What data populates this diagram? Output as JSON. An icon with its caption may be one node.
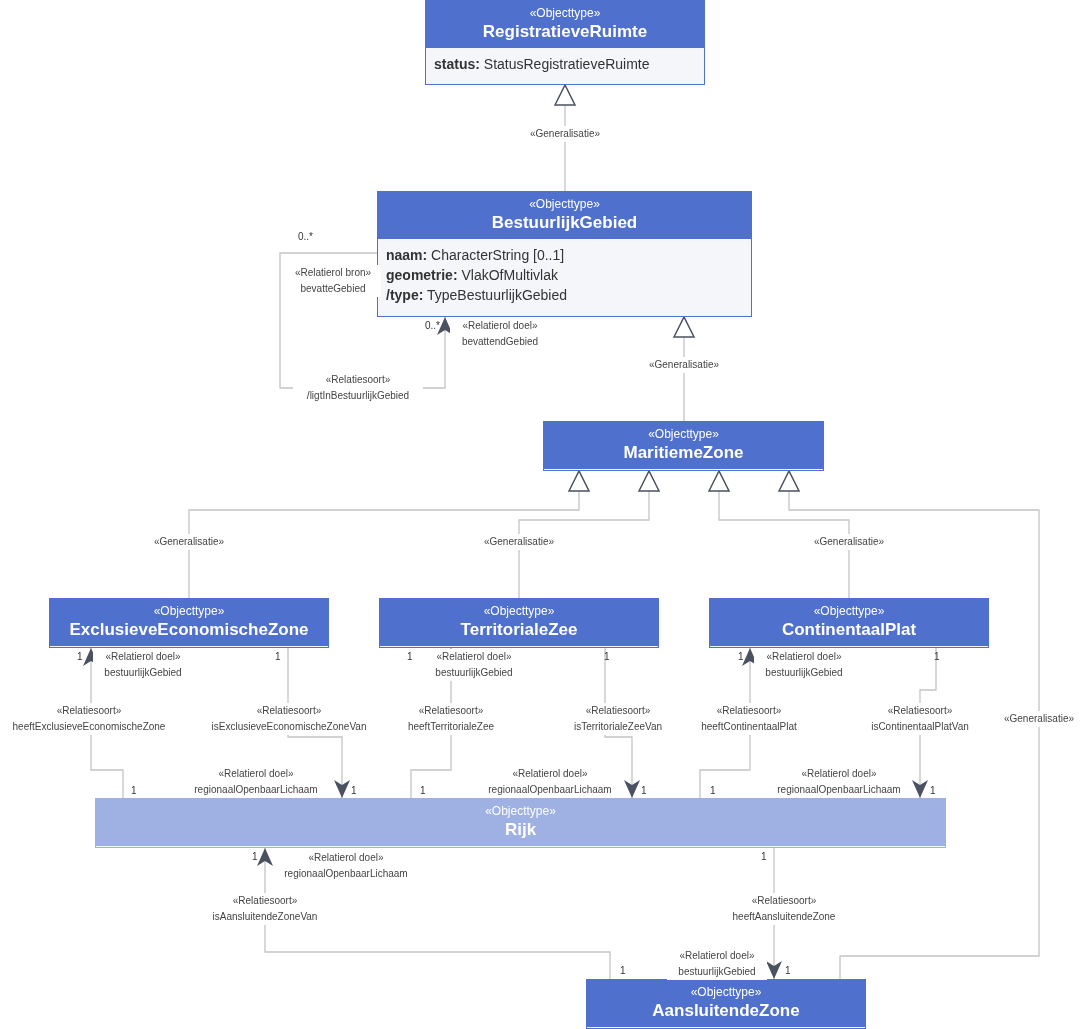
{
  "diagram": {
    "nodes": [
      {
        "text": [
          "«Objecttype»",
          "RegistratieveRuimte",
          "**status:** StatusRegistratieveRuimte"
        ]
      },
      {
        "text": [
          "«Objecttype»",
          "BestuurlijkGebied",
          "**naam:** CharacterString [0..1]",
          "**geometrie:** VlakOfMultivlak",
          "**/type:** TypeBestuurlijkGebied"
        ]
      },
      {
        "text": [
          "«Objecttype»",
          "MaritiemeZone"
        ]
      },
      {
        "text": [
          "«Objecttype»",
          "ExclusieveEconomischeZone"
        ]
      },
      {
        "text": [
          "«Objecttype»",
          "TerritorialeZee"
        ]
      },
      {
        "text": [
          "«Objecttype»",
          "ContinentaalPlat"
        ]
      },
      {
        "text": [
          "«Objecttype»",
          "Rijk"
        ]
      },
      {
        "text": [
          "«Objecttype»",
          "AansluitendeZone"
        ]
      }
    ],
    "edges": [
      {
        "from": 1,
        "to": 0,
        "arrow": "to",
        "label": "«Generalisatie»"
      },
      {
        "from": 2,
        "to": 1,
        "arrow": "to",
        "label": "«Generalisatie»"
      },
      {
        "from": 3,
        "to": 2,
        "arrow": "to",
        "label": "«Generalisatie»"
      },
      {
        "from": 4,
        "to": 2,
        "arrow": "to",
        "label": "«Generalisatie»"
      },
      {
        "from": 5,
        "to": 2,
        "arrow": "to",
        "label": "«Generalisatie»"
      },
      {
        "from": 7,
        "to": 2,
        "arrow": "to",
        "label": "«Generalisatie»"
      },
      {
        "from": 1,
        "to": 1,
        "arrow": "to",
        "label": "«Relatiesoort» /ligtInBestuurlijkGebied"
      },
      {
        "from": 6,
        "to": 3,
        "arrow": "to",
        "label": "«Relatiesoort» heeftExclusieveEconomischeZone"
      },
      {
        "from": 3,
        "to": 6,
        "arrow": "to",
        "label": "«Relatiesoort» isExclusieveEconomischeZoneVan"
      },
      {
        "from": 6,
        "to": 4,
        "arrow": "to",
        "label": "«Relatiesoort» heeftTerritorialeZee"
      },
      {
        "from": 4,
        "to": 6,
        "arrow": "to",
        "label": "«Relatiesoort» isTerritorialeZeeVan"
      },
      {
        "from": 6,
        "to": 5,
        "arrow": "to",
        "label": "«Relatiesoort» heeftContinentaalPlat"
      },
      {
        "from": 5,
        "to": 6,
        "arrow": "to",
        "label": "«Relatiesoort» isContinentaalPlatVan"
      },
      {
        "from": 7,
        "to": 6,
        "arrow": "to",
        "label": "«Relatiesoort» isAansluitendeZoneVan"
      },
      {
        "from": 6,
        "to": 7,
        "arrow": "to",
        "label": "«Relatiesoort» heeftAansluitendeZone"
      }
    ],
    "labels": [
      "0..*",
      "«Relatierol bron» bevatteGebied",
      "0..*",
      "«Relatierol doel» bevattendGebied",
      "1",
      "«Relatierol doel» bestuurlijkGebied",
      "1",
      "1",
      "«Relatierol doel» bestuurlijkGebied",
      "1",
      "1",
      "«Relatierol doel» bestuurlijkGebied",
      "1",
      "«Relatierol doel» regionaalOpenbaarLichaam",
      "1",
      "1",
      "1",
      "«Relatierol doel» regionaalOpenbaarLichaam",
      "1",
      "1",
      "«Relatierol doel» regionaalOpenbaarLichaam",
      "1",
      "1",
      "«Relatierol doel» regionaalOpenbaarLichaam",
      "1",
      "«Relatierol doel» bestuurlijkGebied",
      "1",
      "1"
    ]
  }
}
